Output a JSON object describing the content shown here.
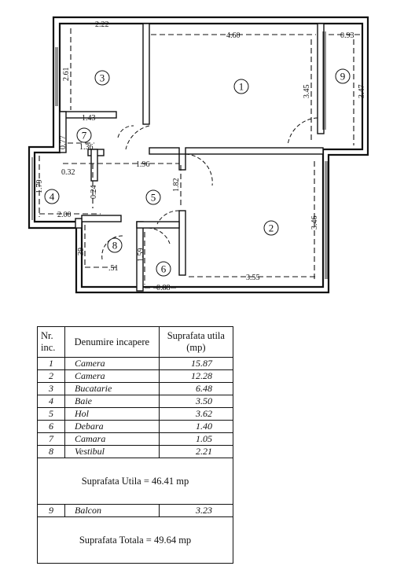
{
  "plan": {
    "dimensions": {
      "d1": "2.22",
      "d2": "4.60",
      "d3": "0.93",
      "d4": "2.61",
      "d5": "3.45",
      "d6": "3.47",
      "d7": "1.43",
      "d8": "1.36",
      "d9": "0.77",
      "d10": "0.32",
      "d11": "1.96",
      "d12": "0.24",
      "d13": "1.79",
      "d14": "1.82",
      "d15": "2.00",
      "d16": "3.46",
      "d17": "39",
      "d18": "1.59",
      "d19": ".51",
      "d20": "0.88",
      "d21": "3.55"
    },
    "room_numbers": [
      "1",
      "2",
      "3",
      "4",
      "5",
      "6",
      "7",
      "8",
      "9"
    ]
  },
  "table": {
    "headers": {
      "nr": "Nr.\ninc.",
      "name": "Denumire incapere",
      "area": "Suprafata utila\n(mp)"
    },
    "rows": [
      {
        "nr": "1",
        "name": "Camera",
        "area": "15.87"
      },
      {
        "nr": "2",
        "name": "Camera",
        "area": "12.28"
      },
      {
        "nr": "3",
        "name": "Bucatarie",
        "area": "6.48"
      },
      {
        "nr": "4",
        "name": "Baie",
        "area": "3.50"
      },
      {
        "nr": "5",
        "name": "Hol",
        "area": "3.62"
      },
      {
        "nr": "6",
        "name": "Debara",
        "area": "1.40"
      },
      {
        "nr": "7",
        "name": "Camara",
        "area": "1.05"
      },
      {
        "nr": "8",
        "name": "Vestibul",
        "area": "2.21"
      }
    ],
    "useful_total": "Suprafata  Utila = 46.41 mp",
    "balcony": {
      "nr": "9",
      "name": "Balcon",
      "area": "3.23"
    },
    "grand_total": "Suprafata Totala = 49.64 mp"
  }
}
